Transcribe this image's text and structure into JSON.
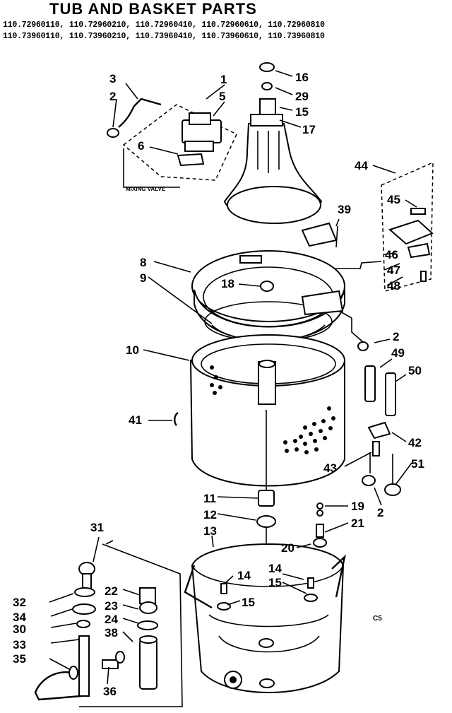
{
  "title": "TUB AND BASKET PARTS",
  "models": {
    "line1": "110.72960110, 110.72960210, 110.72960410, 110.72960610, 110.72960810",
    "line2": "110.73960110, 110.73960210, 110.73960410, 110.73960610, 110.73960810"
  },
  "mixing_valve_label": "MIXING VALVE",
  "corner_code": "C5",
  "callouts": {
    "c1": "1",
    "c2": "2",
    "c3": "3",
    "c5": "5",
    "c6": "6",
    "c16": "16",
    "c29": "29",
    "c15": "15",
    "c17": "17",
    "c44": "44",
    "c45": "45",
    "c39": "39",
    "c46": "46",
    "c47": "47",
    "c48": "48",
    "c8": "8",
    "c9": "9",
    "c18": "18",
    "c2b": "2",
    "c49": "49",
    "c10": "10",
    "c50": "50",
    "c41": "41",
    "c42": "42",
    "c43": "43",
    "c51": "51",
    "c2c": "2",
    "c11": "11",
    "c12": "12",
    "c13": "13",
    "c19": "19",
    "c21": "21",
    "c20": "20",
    "c14a": "14",
    "c14b": "14",
    "c15a": "15",
    "c15b": "15",
    "c31": "31",
    "c22": "22",
    "c23": "23",
    "c24": "24",
    "c32": "32",
    "c34": "34",
    "c30": "30",
    "c38": "38",
    "c33": "33",
    "c35": "35",
    "c36": "36"
  }
}
